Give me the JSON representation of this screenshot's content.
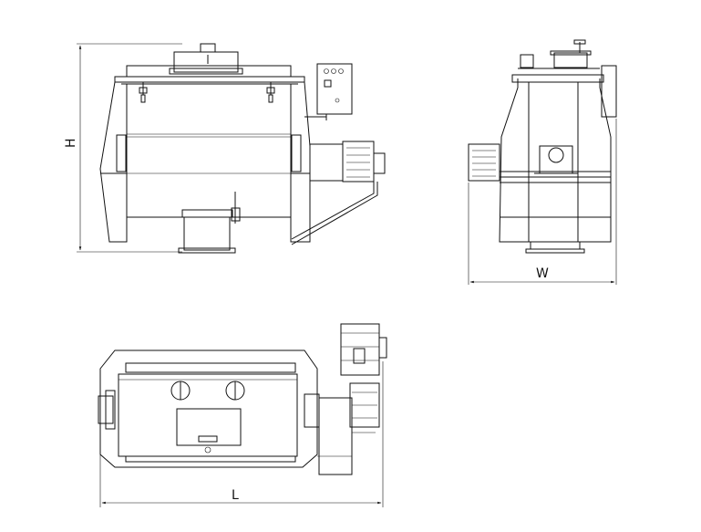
{
  "dimensions": {
    "height_label": "H",
    "width_label": "W",
    "length_label": "L"
  },
  "colors": {
    "line": "#111111",
    "background": "#ffffff"
  }
}
